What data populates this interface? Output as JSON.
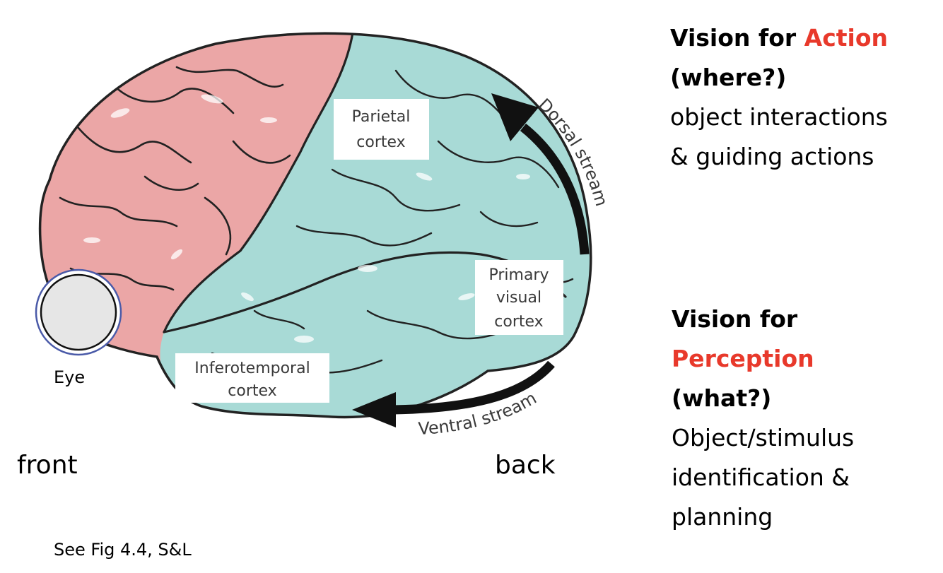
{
  "labels": {
    "parietal": [
      "Parietal",
      "cortex"
    ],
    "primary_visual": [
      "Primary",
      "visual",
      "cortex"
    ],
    "inferotemporal": [
      "Inferotemporal",
      "cortex"
    ],
    "dorsal_stream": "Dorsal stream",
    "ventral_stream": "Ventral stream",
    "eye": "Eye",
    "front": "front",
    "back": "back"
  },
  "action_panel": {
    "line1_prefix": "Vision for ",
    "line1_accent": "Action",
    "line2": "(where?)",
    "line3": "object interactions",
    "line4": "& guiding actions"
  },
  "perception_panel": {
    "line1": "Vision for",
    "line2_accent": "Perception",
    "line3": "(what?)",
    "line4": "Object/stimulus",
    "line5": "identification &",
    "line6": "planning"
  },
  "citation": "See Fig 4.4, S&L",
  "colors": {
    "frontal_lobe": "#eba6a6",
    "posterior_cortex": "#a8dad6",
    "accent_text": "#e8392b",
    "arrow": "#111111",
    "eye_fill": "#e6e6e6",
    "eye_ring": "#4a5aa8"
  },
  "icons": {
    "eye": "eye-circle-icon",
    "dorsal_arrow": "curved-arrow-up-icon",
    "ventral_arrow": "curved-arrow-left-icon"
  }
}
